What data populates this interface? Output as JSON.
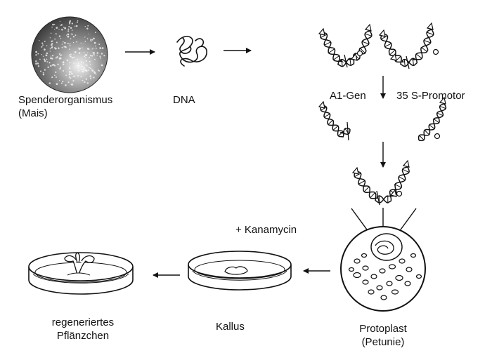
{
  "labels": {
    "donor_line1": "Spenderorganismus",
    "donor_line2": "(Mais)",
    "dna": "DNA",
    "gene": "A1-Gen",
    "promoter": "35 S-Promotor",
    "kanamycin": "+ Kanamycin",
    "plantlet_line1": "regeneriertes",
    "plantlet_line2": "Pflänzchen",
    "callus": "Kallus",
    "protoplast_line1": "Protoplast",
    "protoplast_line2": "(Petunie)"
  },
  "colors": {
    "ink": "#111111",
    "background": "#ffffff",
    "sphere_dark": "#3a3a3a",
    "sphere_light": "#f2f2f2"
  }
}
